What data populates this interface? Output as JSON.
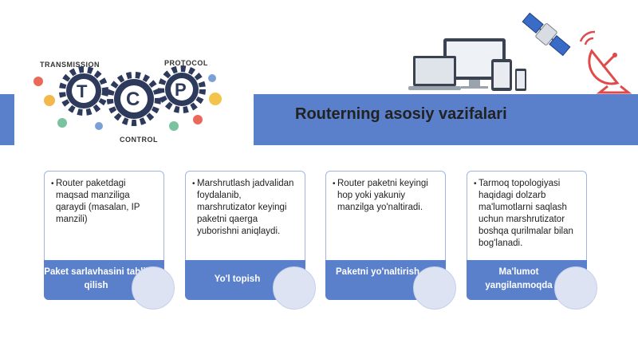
{
  "slide": {
    "title": "Routerning asosiy vazifalari"
  },
  "tcp_graphic": {
    "words": {
      "transmission": "TRANSMISSION",
      "protocol": "PROTOCOL",
      "control": "CONTROL"
    },
    "gear_letters": [
      "T",
      "C",
      "P"
    ]
  },
  "cards": [
    {
      "text": "Router paketdagi maqsad manziliga qaraydi (masalan, IP manzili)",
      "label": "Paket sarlavhasini tahlil qilish"
    },
    {
      "text": "Marshrutlash jadvalidan foydalanib, marshrutizator keyingi paketni qaerga yuborishni aniqlaydi.",
      "label": "Yo'l topish"
    },
    {
      "text": "Router paketni keyingi hop yoki yakuniy manzilga yo'naltiradi.",
      "label": "Paketni yo'naltirish"
    },
    {
      "text": "Tarmoq topologiyasi haqidagi dolzarb ma'lumotlarni saqlash uchun marshrutizator boshqa qurilmalar bilan bog'lanadi.",
      "label": "Ma'lumot yangilanmoqda"
    }
  ],
  "colors": {
    "band": "#5a7fcb",
    "card_border": "#9fb6e0",
    "gear": "#2e3a5c",
    "satellite_dish": "#e04a4a"
  }
}
